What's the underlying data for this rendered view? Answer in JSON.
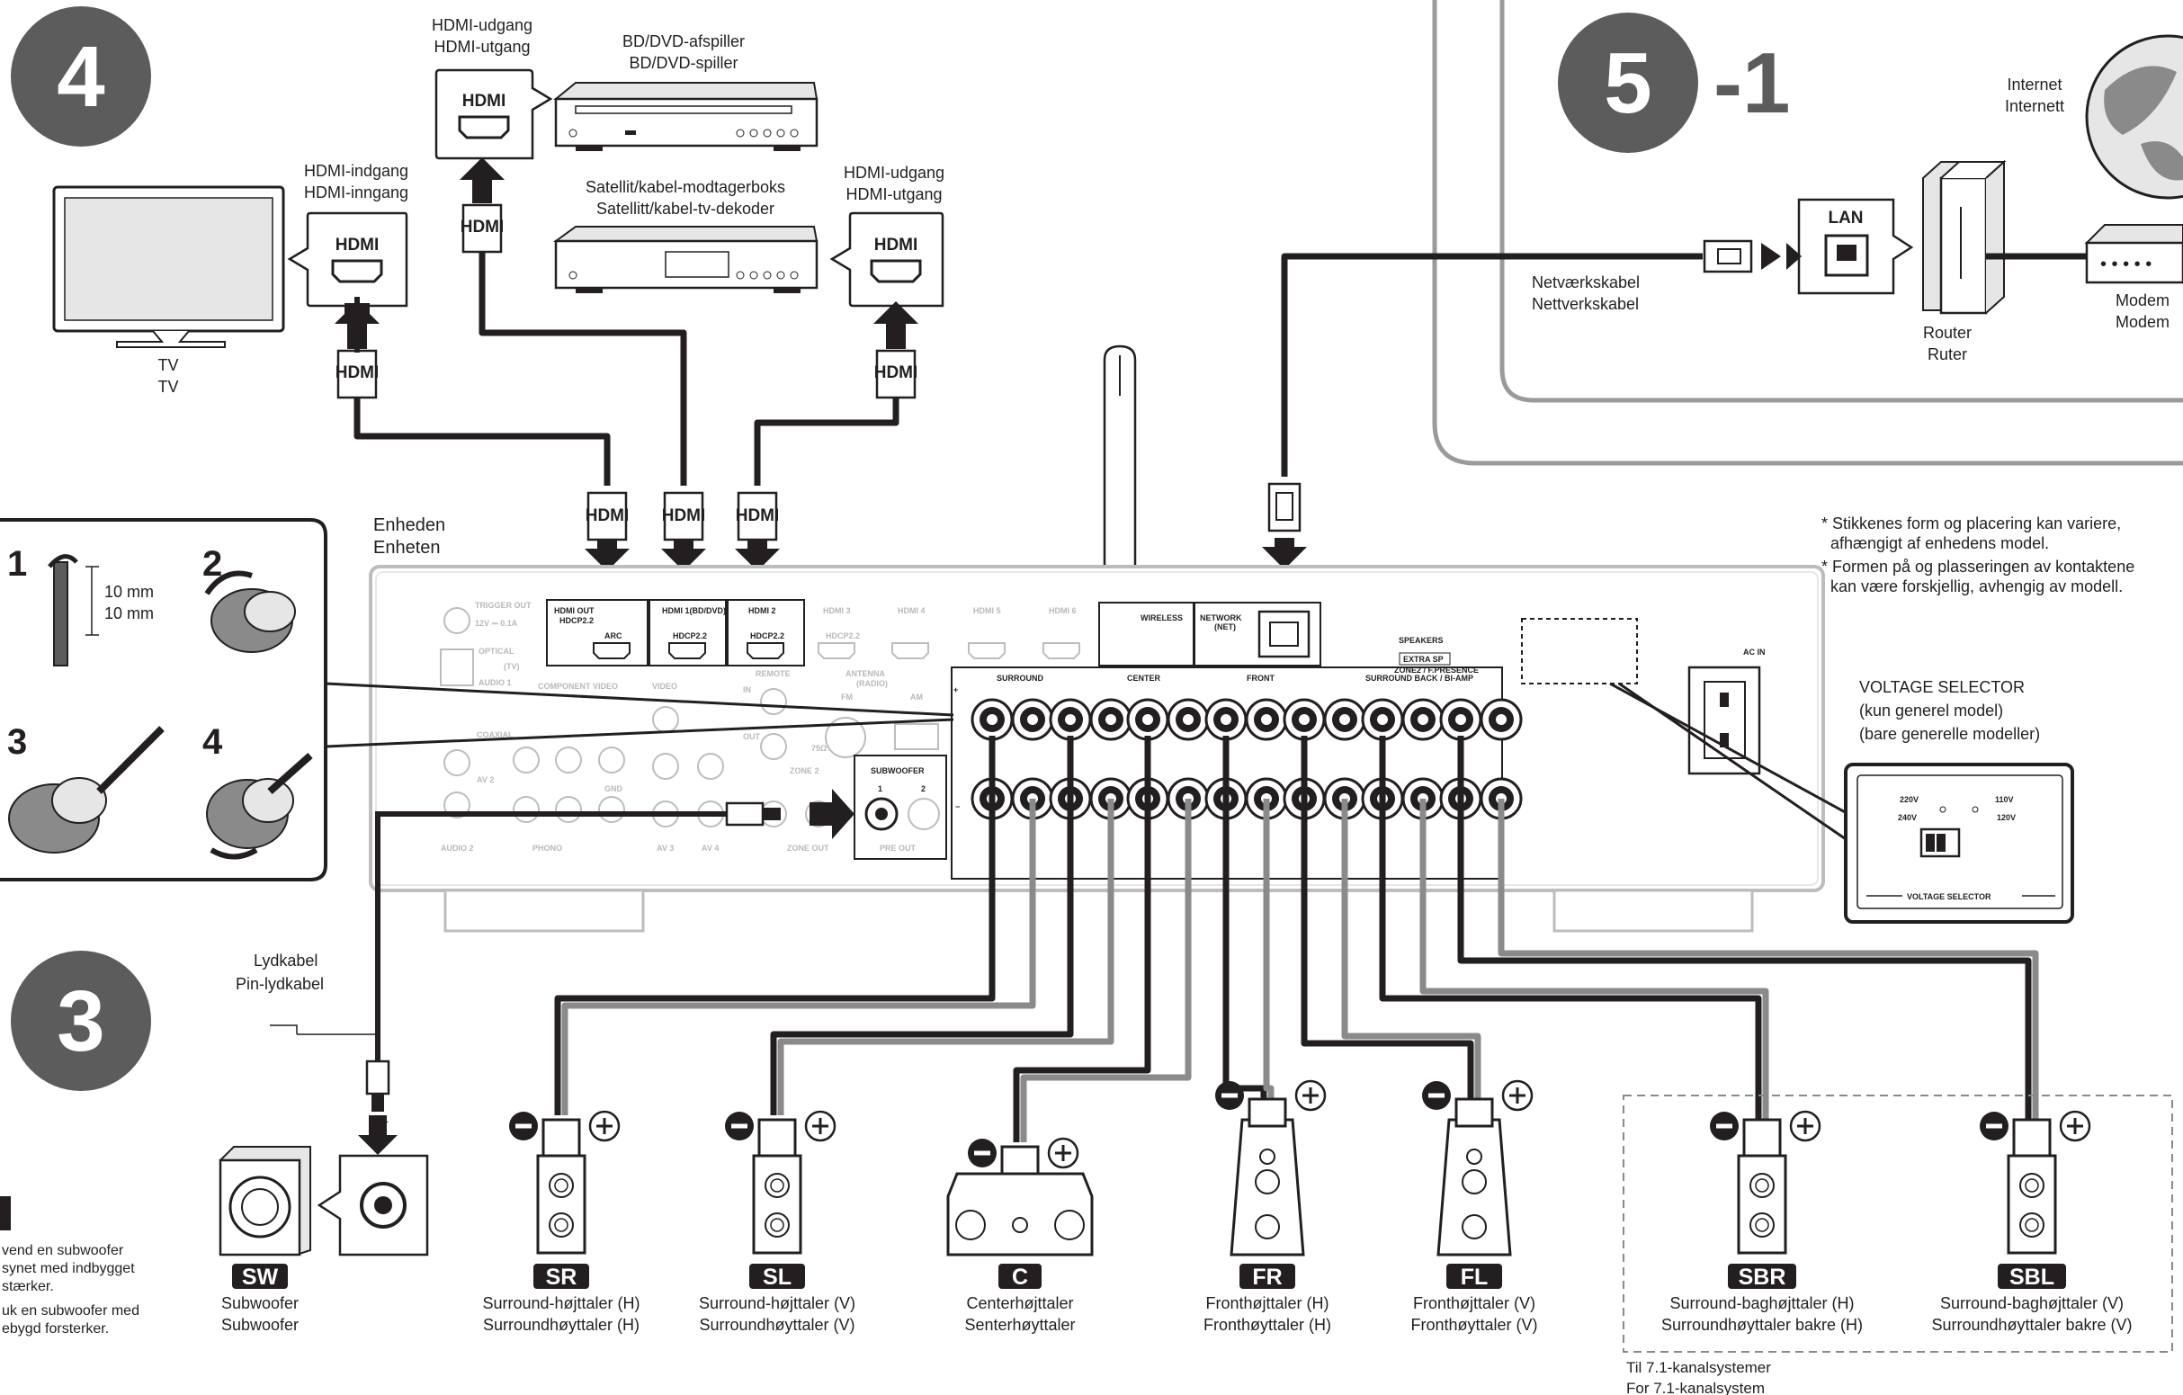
{
  "steps": {
    "step4": "4",
    "step5": "5",
    "step5_suffix": "-1",
    "step3": "3"
  },
  "wire_steps": [
    "1",
    "2",
    "3",
    "4"
  ],
  "wire_measure": [
    "10 mm",
    "10 mm"
  ],
  "hdmi_word": "HDMI",
  "lan_word": "LAN",
  "devices": {
    "tv": [
      "TV",
      "TV"
    ],
    "tv_port": [
      "HDMI-indgang",
      "HDMI-inngang"
    ],
    "bd_port": [
      "HDMI-udgang",
      "HDMI-utgang"
    ],
    "bd": [
      "BD/DVD-afspiller",
      "BD/DVD-spiller"
    ],
    "sat": [
      "Satellit/kabel-modtagerboks",
      "Satellitt/kabel-tv-dekoder"
    ],
    "sat_port": [
      "HDMI-udgang",
      "HDMI-utgang"
    ],
    "unit": [
      "Enheden",
      "Enheten"
    ],
    "internet": [
      "Internet",
      "Internett"
    ],
    "router": [
      "Router",
      "Ruter"
    ],
    "modem": [
      "Modem",
      "Modem"
    ],
    "netcable": [
      "Netværkskabel",
      "Nettverkskabel"
    ],
    "audio_cable": [
      "Lydkabel",
      "Pin-lydkabel"
    ]
  },
  "notes": {
    "star1": [
      "* Stikkenes form og placering kan variere,",
      "  afhængigt af enhedens model."
    ],
    "star2": [
      "* Formen på og plasseringen av kontaktene",
      "  kan være forskjellig, avhengig av modell."
    ],
    "voltage_title": [
      "VOLTAGE SELECTOR",
      "(kun generel model)",
      "(bare generelle modeller)"
    ],
    "voltage_values": [
      "220V",
      "240V",
      "110V",
      "120V"
    ],
    "voltage_label": "VOLTAGE SELECTOR",
    "subwoofer_note": [
      "vend en subwoofer",
      "synet med indbygget",
      "stærker.",
      "uk en subwoofer med",
      "ebygd forsterker."
    ],
    "seven_one": [
      "Til 7.1-kanalsystemer",
      "For 7.1-kanalsystem"
    ]
  },
  "panel": {
    "hdmi_out": "HDMI OUT",
    "hdcp": "HDCP2.2",
    "arc": "ARC",
    "hdmi1": "HDMI 1(BD/DVD)",
    "hdmi2": "HDMI 2",
    "hdmi3": "HDMI 3",
    "hdmi4": "HDMI 4",
    "hdmi5": "HDMI 5",
    "hdmi6": "HDMI 6",
    "wireless": "WIRELESS",
    "network": "NETWORK",
    "net": "(NET)",
    "speakers": "SPEAKERS",
    "extra_sp": "EXTRA SP",
    "zone2": "ZONE2 / F.PRESENCE",
    "sb_biamp": "SURROUND BACK / BI-AMP",
    "surround": "SURROUND",
    "center": "CENTER",
    "front": "FRONT",
    "subwoofer": "SUBWOOFER",
    "pre_out": "PRE OUT",
    "ac_in": "AC IN",
    "trigger": "TRIGGER OUT",
    "trigger_spec": "12V ⎓ 0.1A",
    "optical": "OPTICAL",
    "optical_tv": "(TV)",
    "audio1": "AUDIO 1",
    "component": "COMPONENT VIDEO",
    "video": "VIDEO",
    "remote": "REMOTE",
    "antenna": "ANTENNA",
    "radio": "(RADIO)",
    "fm": "FM",
    "am": "AM",
    "coaxial": "COAXIAL",
    "av2": "AV 2",
    "gnd": "GND",
    "audio2": "AUDIO 2",
    "phono": "PHONO",
    "av3": "AV 3",
    "av4": "AV 4",
    "zone2b": "ZONE 2",
    "zone_out": "ZONE OUT",
    "ohm": "75Ω",
    "out": "OUT",
    "in": "IN",
    "ch1": "1",
    "ch2": "2"
  },
  "speakers": [
    {
      "tag": "SW",
      "lines": [
        "Subwoofer",
        "Subwoofer"
      ]
    },
    {
      "tag": "SR",
      "lines": [
        "Surround-højttaler (H)",
        "Surroundhøyttaler (H)"
      ]
    },
    {
      "tag": "SL",
      "lines": [
        "Surround-højttaler (V)",
        "Surroundhøyttaler (V)"
      ]
    },
    {
      "tag": "C",
      "lines": [
        "Centerhøjttaler",
        "Senterhøyttaler"
      ]
    },
    {
      "tag": "FR",
      "lines": [
        "Fronthøjttaler (H)",
        "Fronthøyttaler (H)"
      ]
    },
    {
      "tag": "FL",
      "lines": [
        "Fronthøjttaler (V)",
        "Fronthøyttaler (V)"
      ]
    },
    {
      "tag": "SBR",
      "lines": [
        "Surround-baghøjttaler (H)",
        "Surroundhøyttaler bakre (H)"
      ]
    },
    {
      "tag": "SBL",
      "lines": [
        "Surround-baghøjttaler (V)",
        "Surroundhøyttaler bakre (V)"
      ]
    }
  ],
  "colors": {
    "ink": "#231f20",
    "step_gray": "#5c5c5c",
    "panel_gray": "#bdbdbd",
    "light_gray": "#e6e6e6",
    "cable": "#231f20",
    "cable_light": "#8a8a8a"
  },
  "icons": [
    "hdmi-port-icon",
    "rj45-icon",
    "globe-icon",
    "speaker-terminal-icon",
    "arrow-down-icon",
    "plus-icon",
    "minus-icon"
  ]
}
